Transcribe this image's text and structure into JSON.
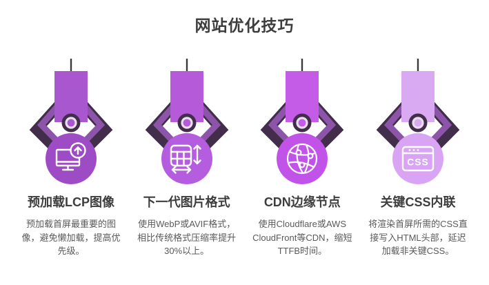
{
  "page": {
    "title": "网站优化技巧"
  },
  "colors": {
    "title_text": "#3d3d3d",
    "desc_text": "#595959",
    "arm_dark": "#422d4a",
    "arm_light": "#8c55a9",
    "joint_ring": "#e9def0",
    "drop_line": "#3a3a3a",
    "icon_stroke": "#ffffff"
  },
  "items": [
    {
      "title": "预加载LCP图像",
      "description": "预加载首屏最重要的图像，避免懒加载，提高优先级。",
      "icon": "monitor-upload-icon",
      "body_color": "#a957cf",
      "circle_color": "#9e4cc5"
    },
    {
      "title": "下一代图片格式",
      "description": "使用WebP或AVIF格式，相比传统格式压缩率提升30%以上。",
      "icon": "image-resize-icon",
      "body_color": "#b55ad9",
      "circle_color": "#b55ddf"
    },
    {
      "title": "CDN边缘节点",
      "description": "使用Cloudflare或AWS CloudFront等CDN，缩短TTFB时间。",
      "icon": "globe-network-icon",
      "body_color": "#c45ce8",
      "circle_color": "#c253e9"
    },
    {
      "title": "关键CSS内联",
      "description": "将渲染首屏所需的CSS直接写入HTML头部，延迟加载非关键CSS。",
      "icon": "css-window-icon",
      "icon_label": "CSS",
      "body_color": "#d9a9f1",
      "circle_color": "#d8a4f3"
    }
  ]
}
